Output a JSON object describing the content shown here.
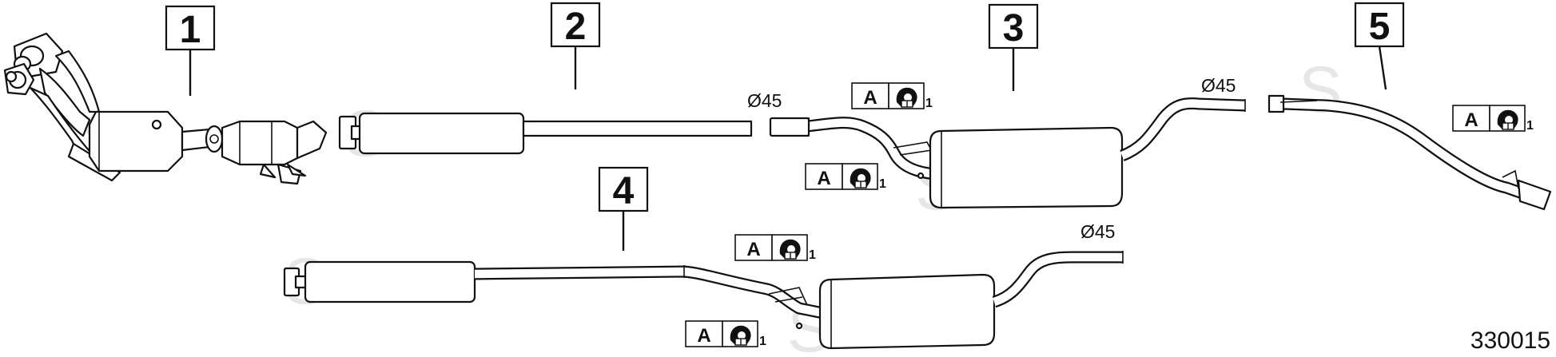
{
  "callouts": [
    "1",
    "2",
    "3",
    "4",
    "5"
  ],
  "diameter_labels": {
    "part2": "Ø45",
    "part3": "Ø45",
    "part4": "Ø45"
  },
  "mount_badge": {
    "letter": "A",
    "count": "1",
    "icon": "exhaust-hanger-icon"
  },
  "watermark_letter": "S",
  "diagram_code": "330015"
}
